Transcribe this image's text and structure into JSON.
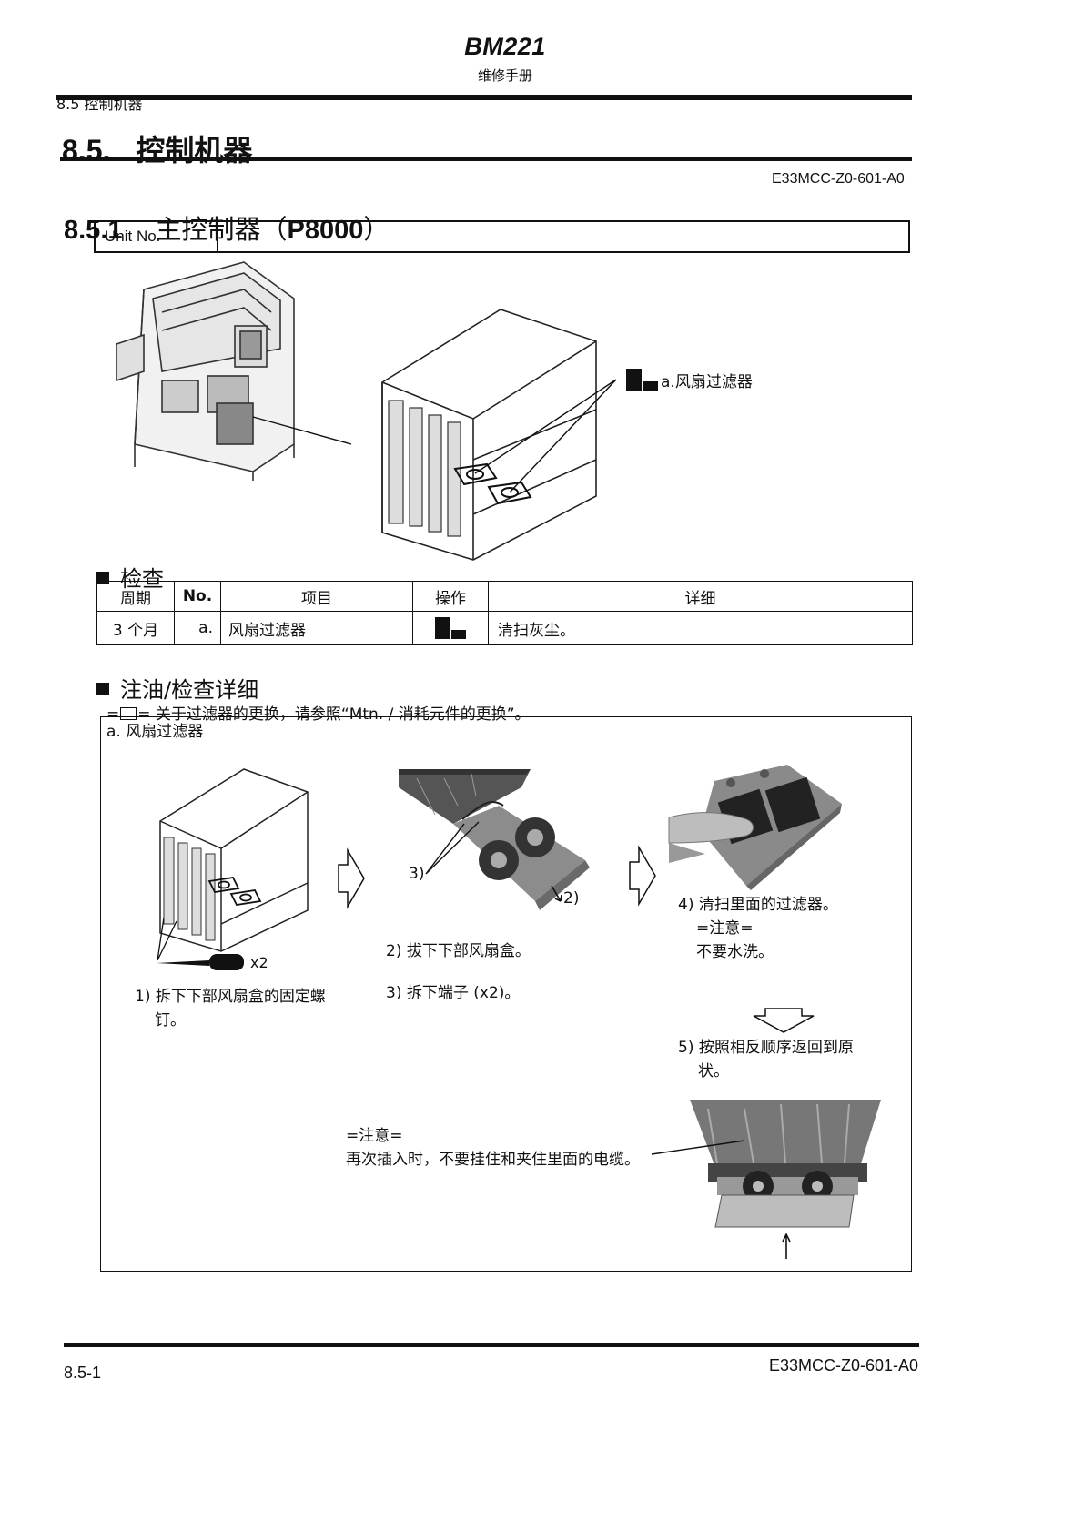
{
  "header": {
    "model": "BM221",
    "subtitle": "维修手册",
    "breadcrumb": "8.5 控制机器",
    "doc_id": "E33MCC-Z0-601-A0"
  },
  "section": {
    "number": "8.5.",
    "title": "控制机器"
  },
  "subsection": {
    "number": "8.5.1",
    "title_pre": "主控制器（",
    "title_code": "P8000",
    "title_post": "）"
  },
  "unit_no": {
    "label": "Unit No.",
    "value": ""
  },
  "overview": {
    "callout": "a.风扇过滤器"
  },
  "inspection": {
    "heading": "检查",
    "columns": [
      "周期",
      "No.",
      "项目",
      "操作",
      "详细"
    ],
    "rows": [
      {
        "period": "3 个月",
        "no": "a.",
        "item": "风扇过滤器",
        "detail": "清扫灰尘。"
      }
    ]
  },
  "lubrication": {
    "heading": "注油/检查详细",
    "reference_prefix": "=",
    "reference_suffix": "= 关于过滤器的更换，请参照“Mtn. / 消耗元件的更换”。"
  },
  "procedure": {
    "title": "a. 风扇过滤器",
    "x2": "x2",
    "callout_3": "3)",
    "callout_2": "2)",
    "step1_num": "1)",
    "step1_line1": "拆下下部风扇盒的固定螺",
    "step1_line2": "钉。",
    "step2_num": "2)",
    "step2": "拔下下部风扇盒。",
    "step3_num": "3)",
    "step3": "拆下端子 (x2)。",
    "step4_num": "4)",
    "step4": "清扫里面的过滤器。",
    "step4_note_label": "=注意=",
    "step4_note": "不要水洗。",
    "step5_num": "5)",
    "step5_line1": "按照相反顺序返回到原",
    "step5_line2": "状。",
    "note_label": "=注意=",
    "note": "再次插入时，不要挂住和夹住里面的电缆。"
  },
  "footer": {
    "page": "8.5-1",
    "doc_id": "E33MCC-Z0-601-A0"
  }
}
